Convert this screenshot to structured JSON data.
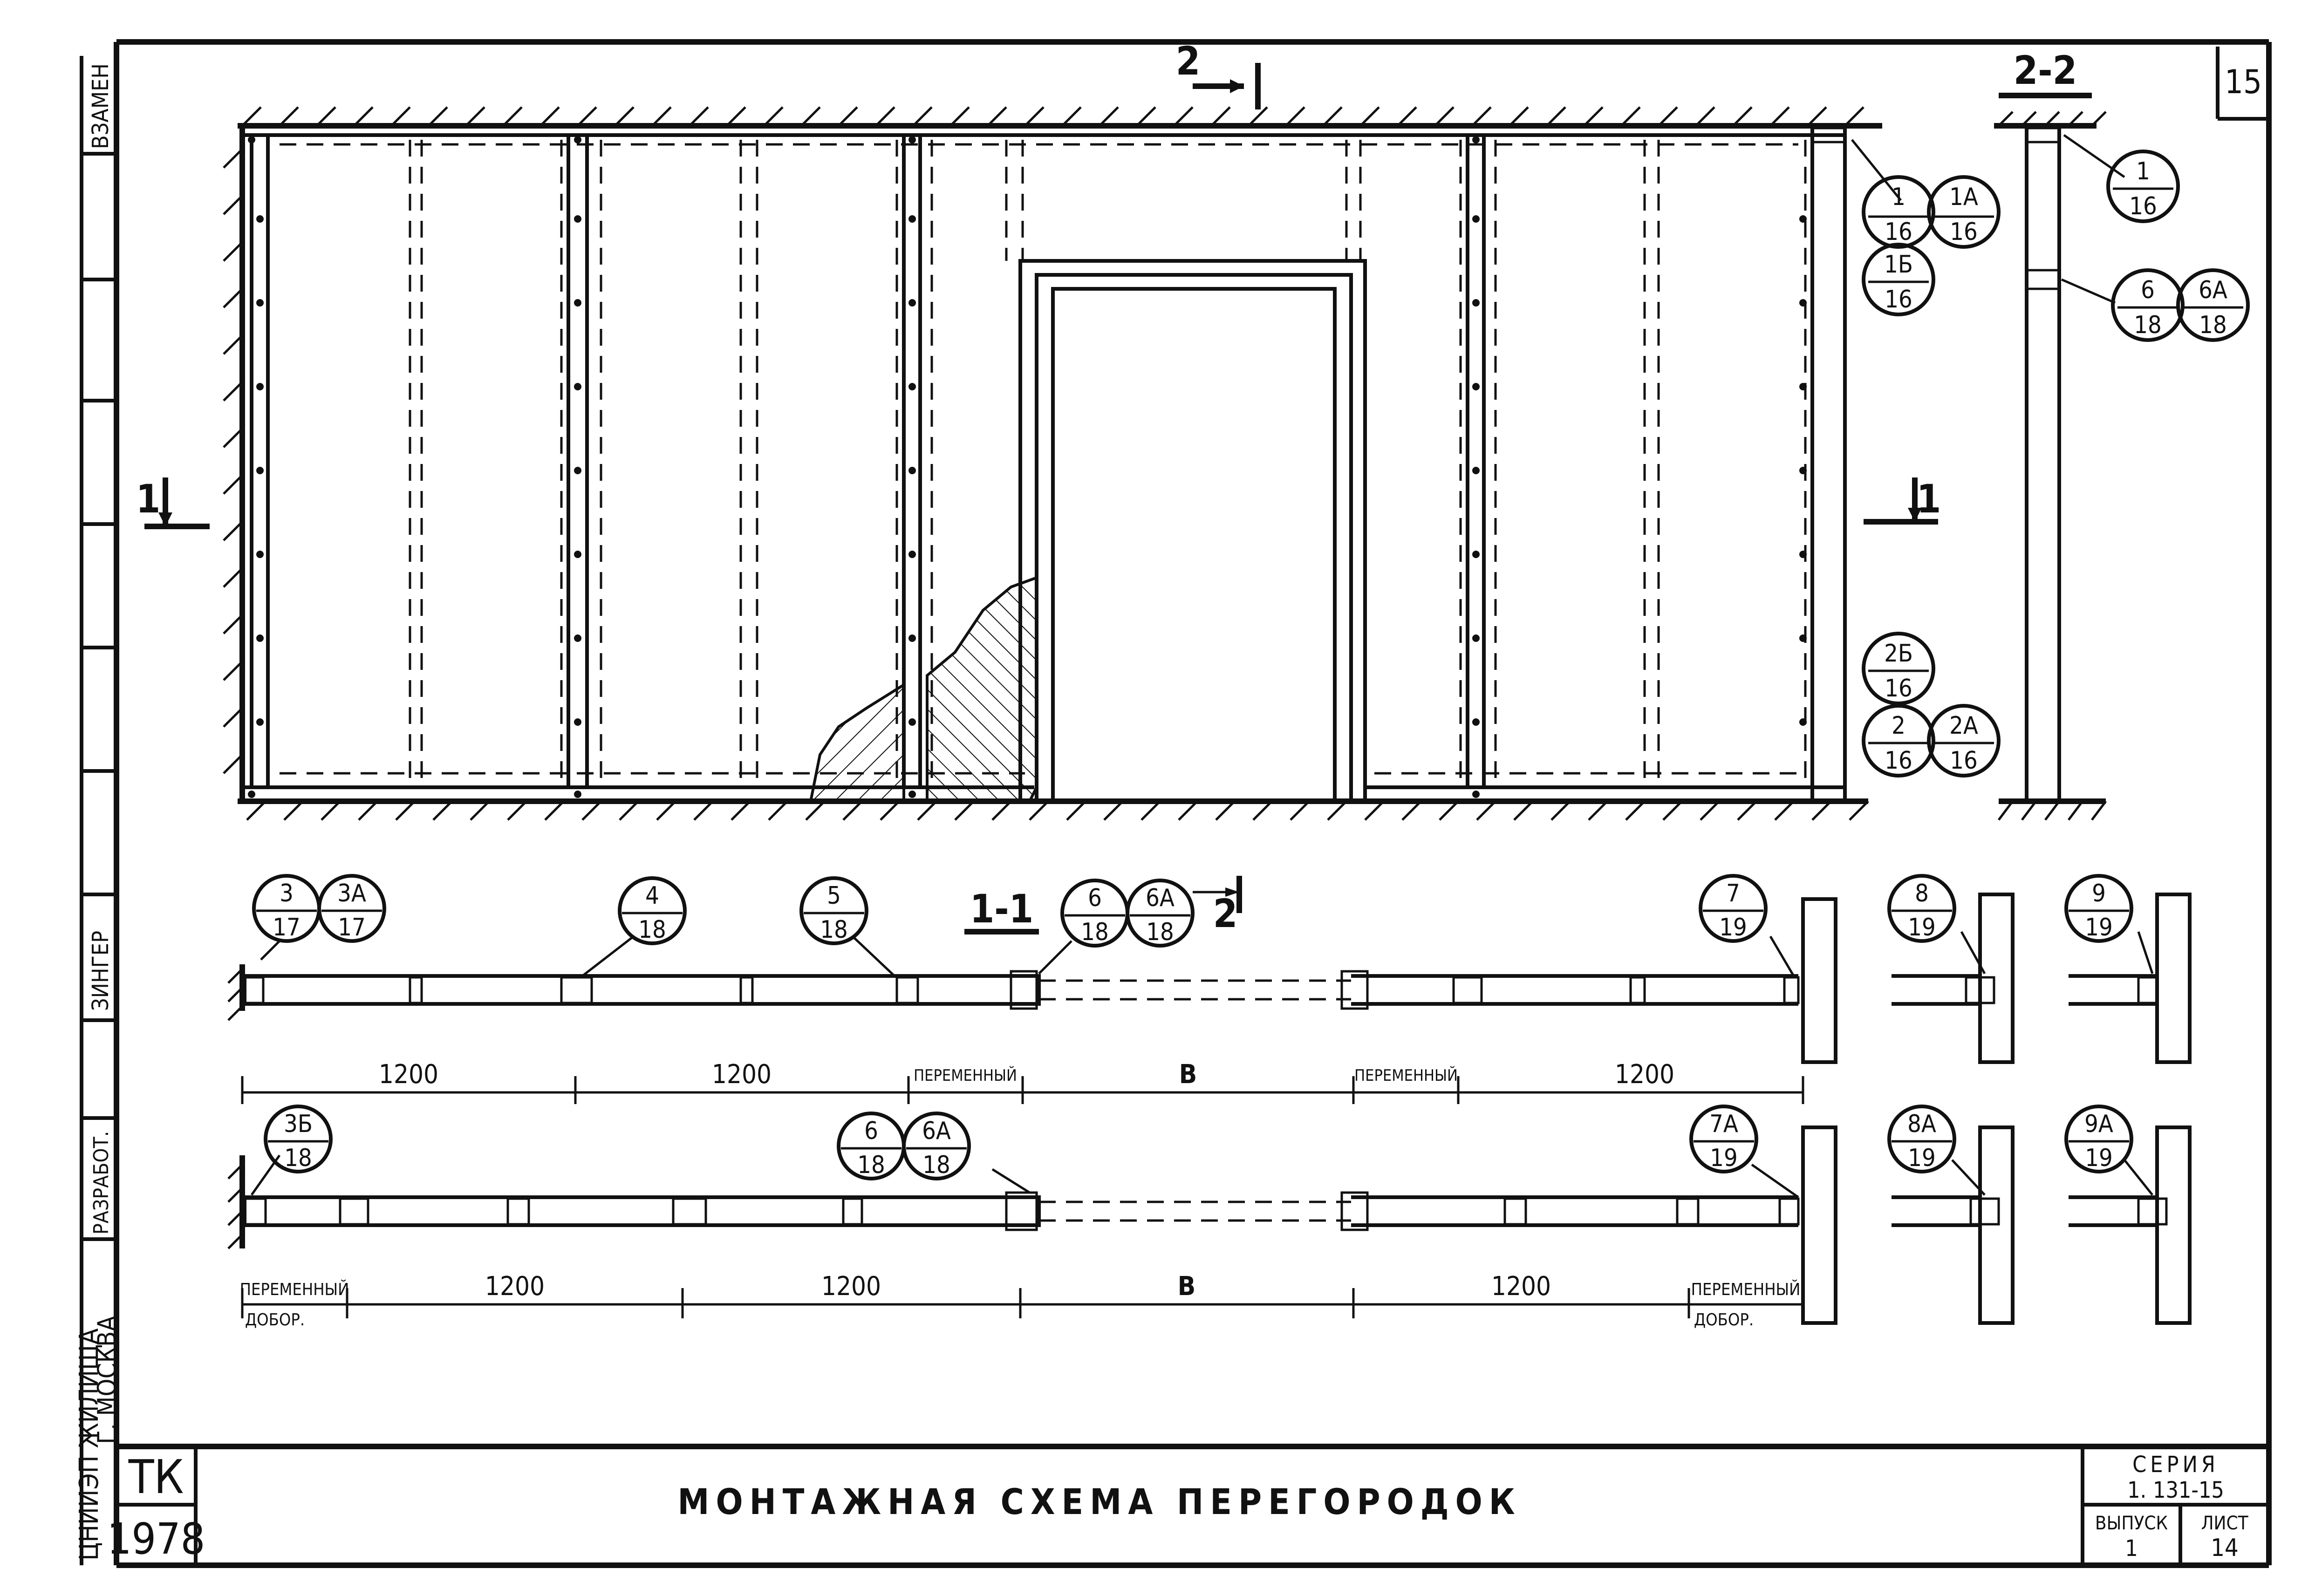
{
  "sheet_number": "15",
  "side_stamp": {
    "col1": [
      "ВЗАМЕН"
    ],
    "col2_labels": [
      "ЗИНГЕР",
      "РАЗРАБОТ."
    ],
    "org": "ЦНИИЭП ЖИЛИЩА",
    "city": "Г. МОСКВА"
  },
  "title_block": {
    "tk": "ТК",
    "year": "1978",
    "title": "МОНТАЖНАЯ СХЕМА ПЕРЕГОРОДОК",
    "seria_label": "СЕРИЯ",
    "seria_value": "1. 131-15",
    "vypusk_label": "ВЫПУСК",
    "vypusk_value": "1",
    "list_label": "ЛИСТ",
    "list_value": "14"
  },
  "section_marks": {
    "s2_top": "2",
    "s2_bottom": "2",
    "s1_left": "1",
    "s1_right": "1",
    "section_1_1": "1-1",
    "section_2_2": "2-2"
  },
  "elevation_callouts": [
    {
      "id": "c1",
      "top": "1",
      "bottom": "16"
    },
    {
      "id": "c1a",
      "top": "1А",
      "bottom": "16"
    },
    {
      "id": "c1b",
      "top": "1Б",
      "bottom": "16"
    },
    {
      "id": "c2b",
      "top": "2Б",
      "bottom": "16"
    },
    {
      "id": "c2",
      "top": "2",
      "bottom": "16"
    },
    {
      "id": "c2a",
      "top": "2А",
      "bottom": "16"
    }
  ],
  "section22_callouts": [
    {
      "id": "s1",
      "top": "1",
      "bottom": "16"
    },
    {
      "id": "s6",
      "top": "6",
      "bottom": "18"
    },
    {
      "id": "s6a",
      "top": "6А",
      "bottom": "18"
    }
  ],
  "plan1_callouts": [
    {
      "id": "p3",
      "top": "3",
      "bottom": "17"
    },
    {
      "id": "p3a",
      "top": "3А",
      "bottom": "17"
    },
    {
      "id": "p4",
      "top": "4",
      "bottom": "18"
    },
    {
      "id": "p5",
      "top": "5",
      "bottom": "18"
    },
    {
      "id": "p6",
      "top": "6",
      "bottom": "18"
    },
    {
      "id": "p6a",
      "top": "6А",
      "bottom": "18"
    },
    {
      "id": "p7",
      "top": "7",
      "bottom": "19"
    },
    {
      "id": "p8",
      "top": "8",
      "bottom": "19"
    },
    {
      "id": "p9",
      "top": "9",
      "bottom": "19"
    }
  ],
  "plan2_callouts": [
    {
      "id": "q3b",
      "top": "3Б",
      "bottom": "18"
    },
    {
      "id": "q6",
      "top": "6",
      "bottom": "18"
    },
    {
      "id": "q6a",
      "top": "6А",
      "bottom": "18"
    },
    {
      "id": "q7a",
      "top": "7А",
      "bottom": "19"
    },
    {
      "id": "q8a",
      "top": "8А",
      "bottom": "19"
    },
    {
      "id": "q9a",
      "top": "9А",
      "bottom": "19"
    }
  ],
  "plan1_dims": [
    "1200",
    "1200",
    "ПЕРЕМЕННЫЙ",
    "В",
    "ПЕРЕМЕННЫЙ",
    "1200"
  ],
  "plan2_dims": [
    "ПЕРЕМЕННЫЙ",
    "ДОБОР.",
    "1200",
    "1200",
    "В",
    "1200",
    "ПЕРЕМЕННЫЙ",
    "ДОБОР."
  ]
}
